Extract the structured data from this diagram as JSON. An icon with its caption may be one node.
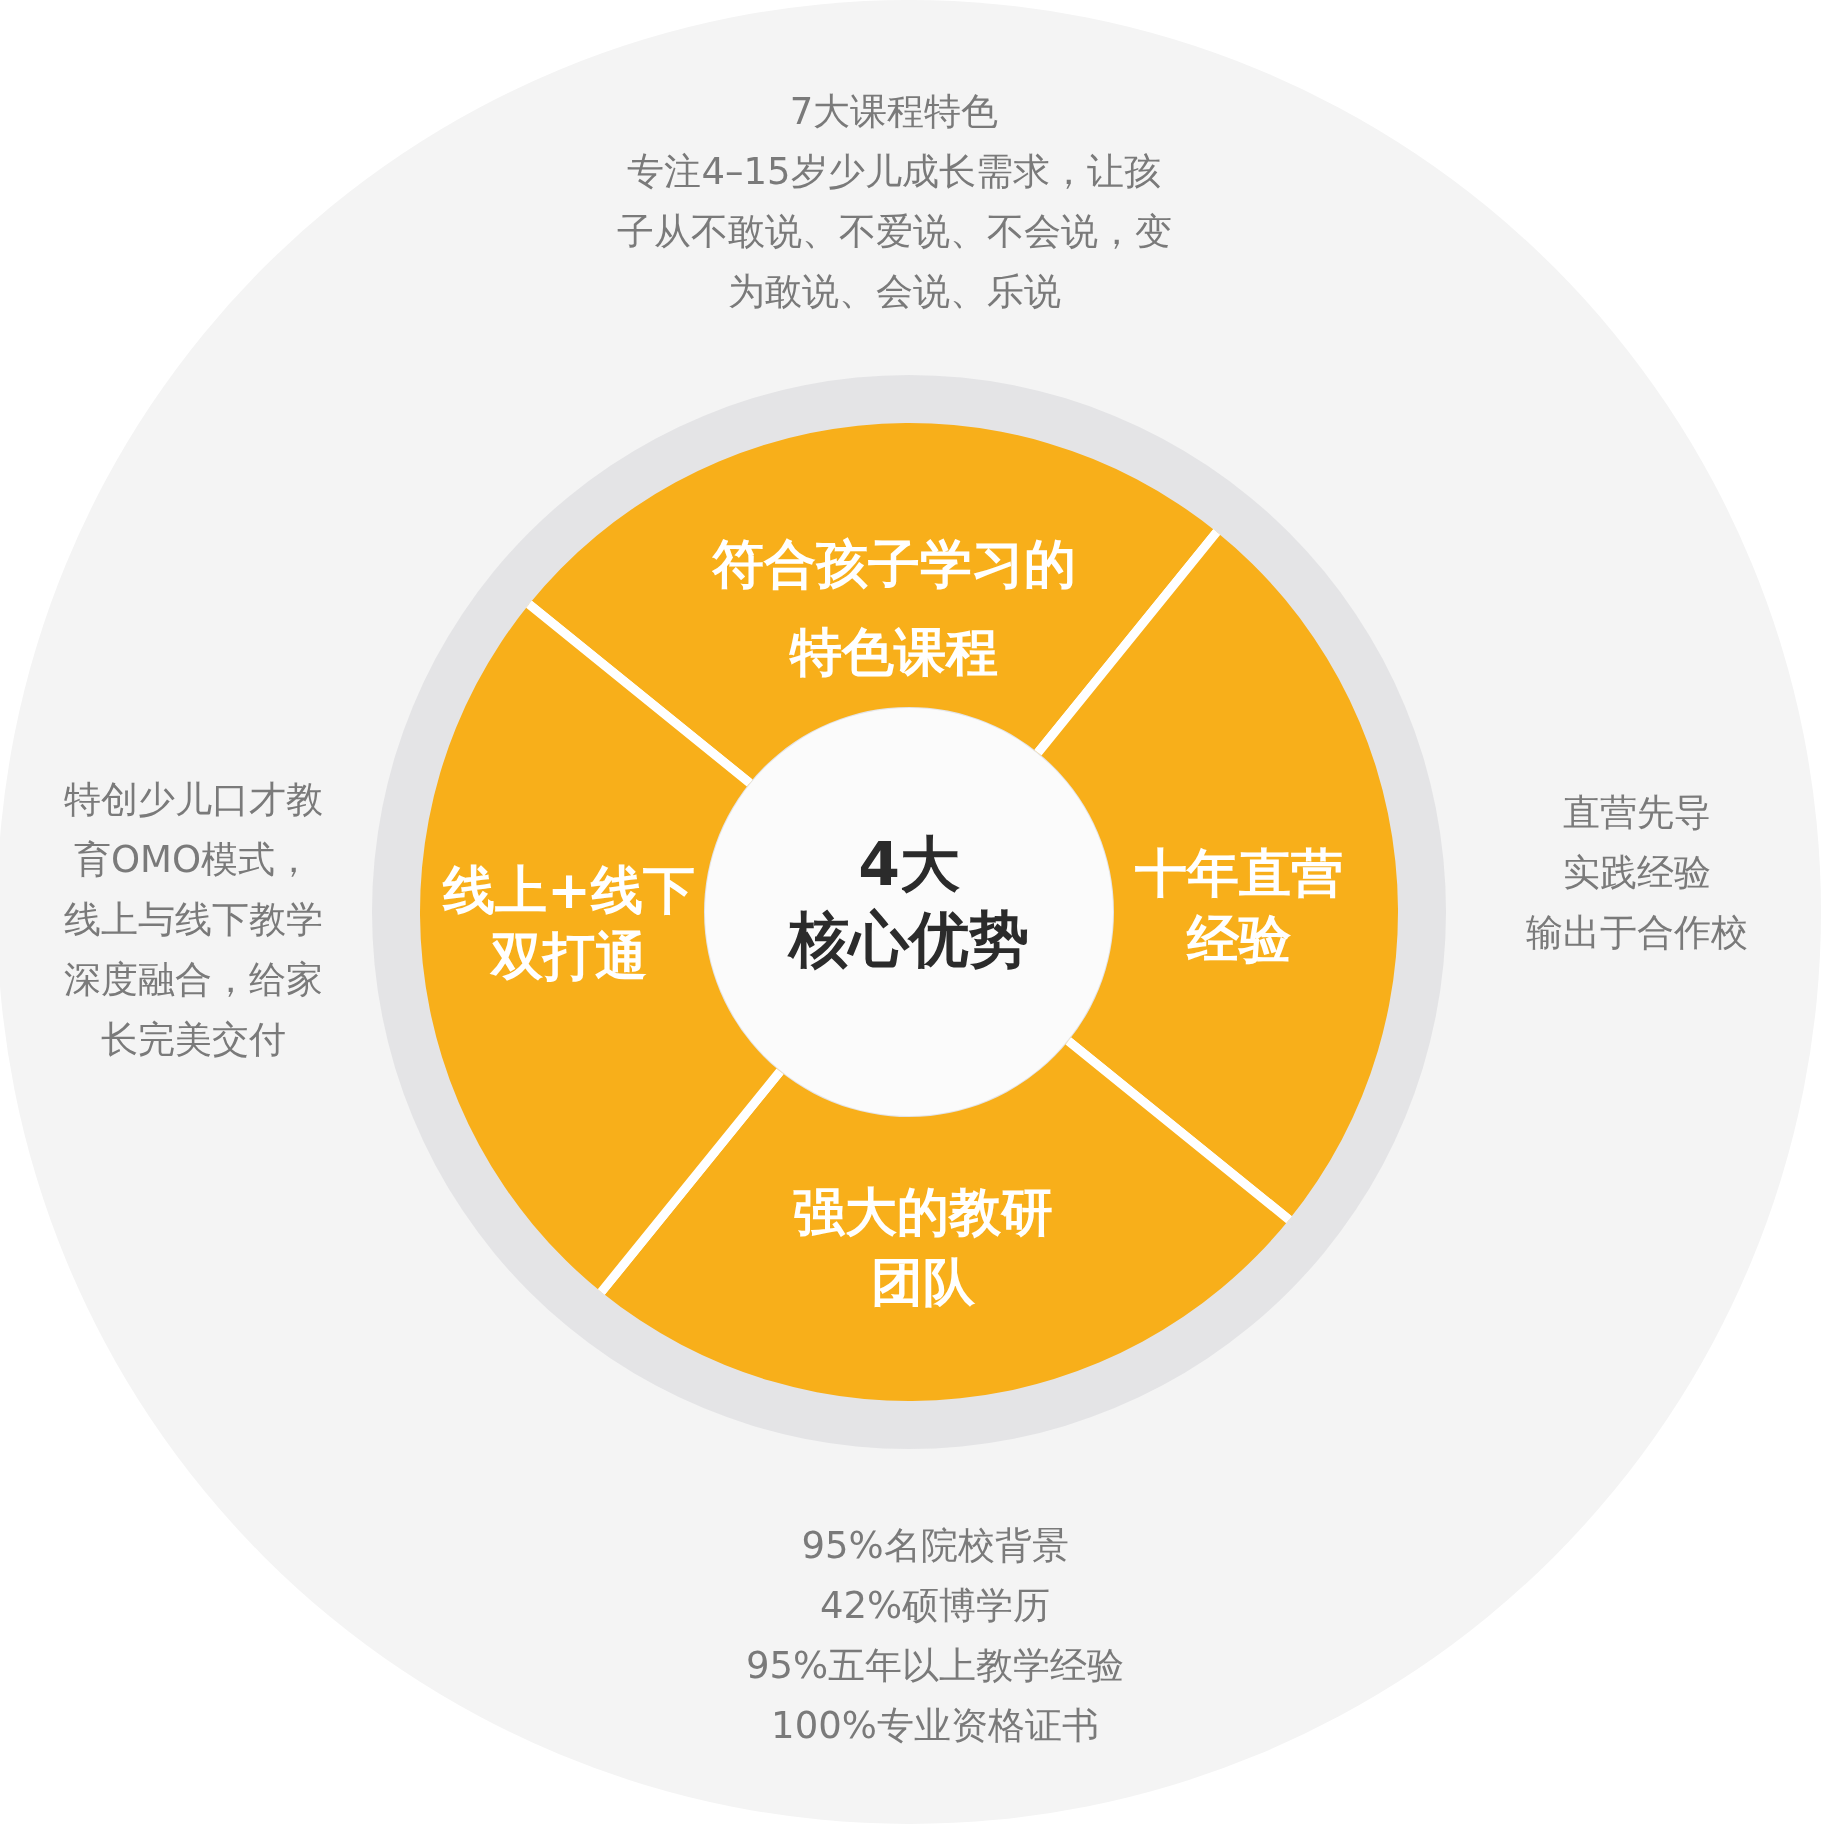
{
  "diagram": {
    "nodes": [
      {
        "text": [
          "4大",
          "核心优势"
        ]
      },
      {
        "text": [
          "符合孩子学习的特色课程"
        ],
        "beside": [
          "7大课程特色",
          "专注4–15岁少儿成长需求，让孩子从不敢说、不爱说、不会说，变为敢说、会说、乐说"
        ]
      },
      {
        "text": [
          "十年直营经验"
        ],
        "beside": [
          "直营先导",
          "实践经验",
          "输出于合作校"
        ]
      },
      {
        "text": [
          "强大的教研团队"
        ],
        "beside": [
          "95%名院校背景",
          "42%硕博学历",
          "95%五年以上教学经验",
          "100%专业资格证书"
        ]
      },
      {
        "text": [
          "线上+线下双打通"
        ],
        "beside": [
          "特创少儿口才教育OMO模式，线上与线下教学深度融合，给家长完美交付"
        ]
      }
    ]
  }
}
